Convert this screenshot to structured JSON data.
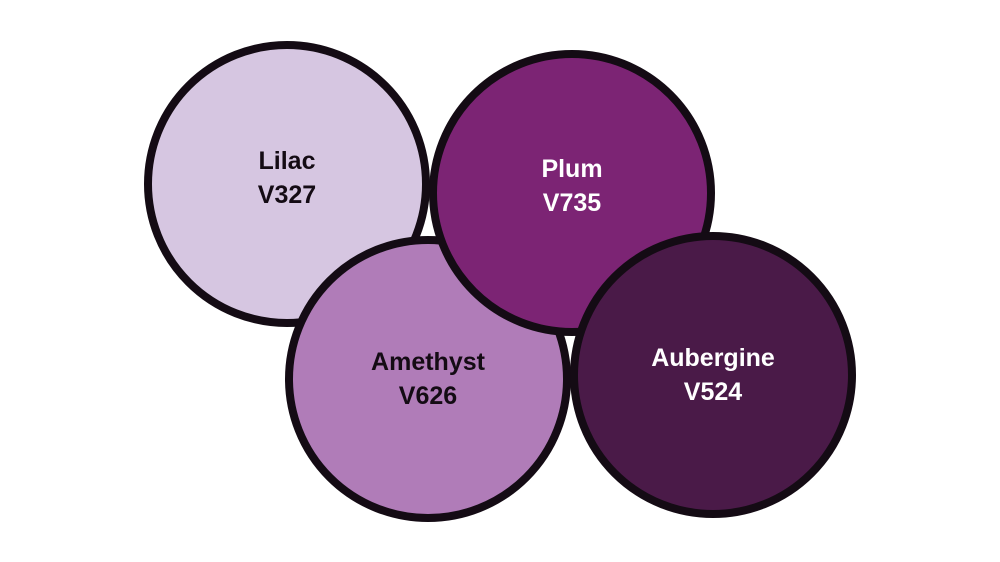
{
  "swatches": [
    {
      "name": "Lilac",
      "code": "V327",
      "color": "#d6c6e1",
      "text_color": "#140b14"
    },
    {
      "name": "Amethyst",
      "code": "V626",
      "color": "#b07cb8",
      "text_color": "#140b14"
    },
    {
      "name": "Plum",
      "code": "V735",
      "color": "#7c2474",
      "text_color": "#ffffff"
    },
    {
      "name": "Aubergine",
      "code": "V524",
      "color": "#4a1a48",
      "text_color": "#ffffff"
    }
  ]
}
